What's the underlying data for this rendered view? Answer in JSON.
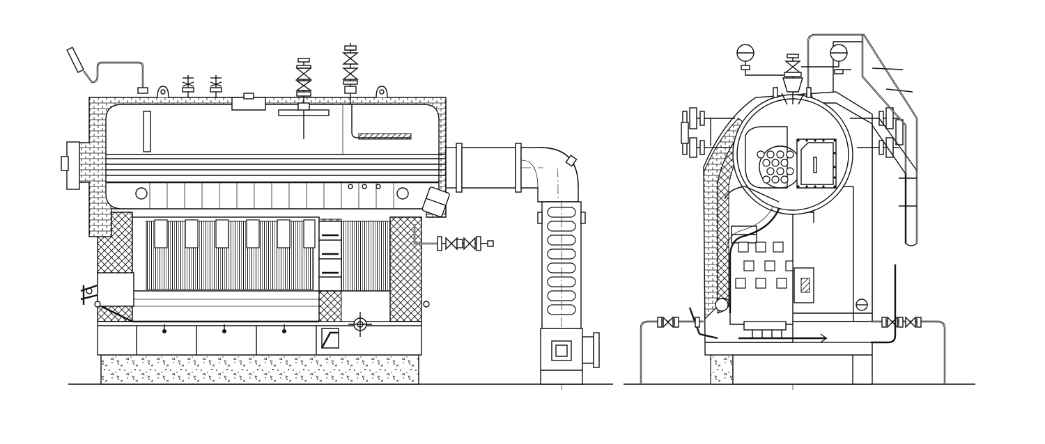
{
  "drawing": {
    "background": "#ffffff",
    "line_color": "#111111",
    "views": [
      {
        "name": "side-elevation-view",
        "components": [
          "steam-drum",
          "furnace-tube-bank",
          "refractory-brick-wall",
          "concrete-foundation",
          "flue-duct-elbow",
          "economizer",
          "valve-stacks",
          "ash-hopper"
        ]
      },
      {
        "name": "front-section-view",
        "components": [
          "steam-drum-section",
          "tube-cluster",
          "access-doors",
          "railing-ladder",
          "feed-pipes",
          "foundation"
        ]
      }
    ]
  }
}
